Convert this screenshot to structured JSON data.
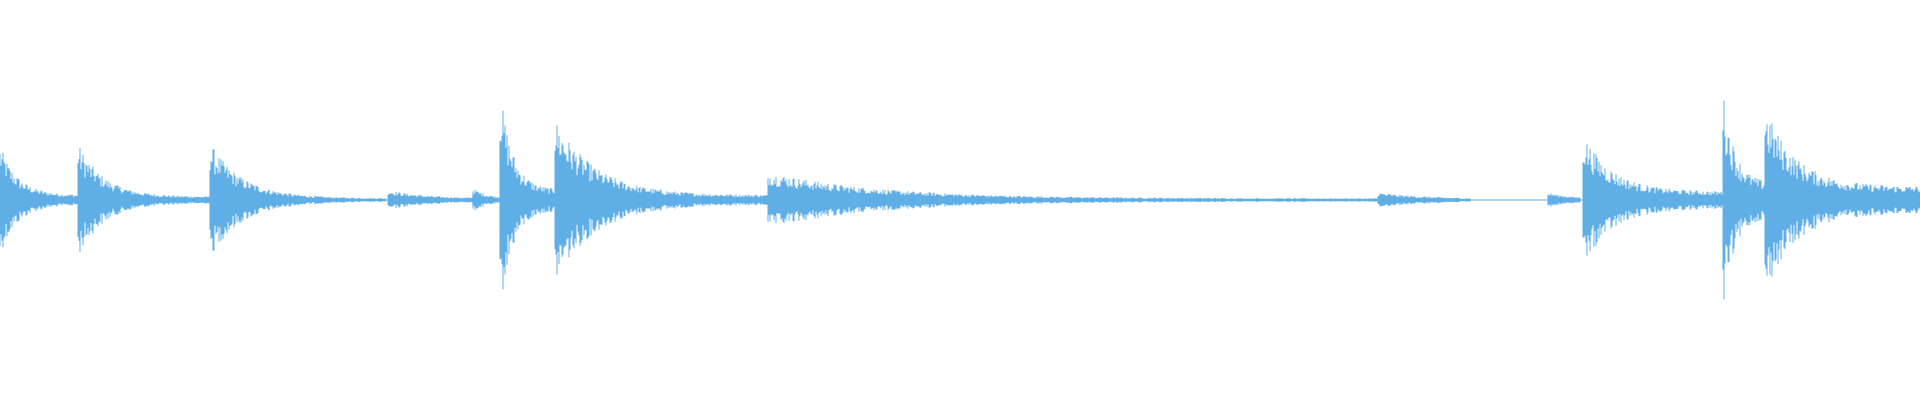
{
  "waveform": {
    "color": "#5faee6",
    "background": "#ffffff",
    "channels": 1,
    "envelope": [
      {
        "peak": 0.3,
        "decay": 0.75,
        "floor": 0.03
      },
      {
        "peak": 0.32,
        "decay": 0.85,
        "floor": 0.02
      },
      {
        "peak": 0.33,
        "decay": 0.88,
        "floor": 0.01
      },
      {
        "peak": 0.05,
        "decay": 0.4,
        "floor": 0.01
      },
      {
        "peak": 0.06,
        "decay": 0.3,
        "floor": 0.01
      },
      {
        "peak": 0.6,
        "decay": 0.7,
        "floor": 0.06
      },
      {
        "peak": 0.46,
        "decay": 0.9,
        "floor": 0.03
      },
      {
        "peak": 0.16,
        "decay": 0.95,
        "floor": 0.01
      },
      {
        "peak": 0.04,
        "decay": 0.3,
        "floor": 0.005
      },
      {
        "peak": 0.04,
        "decay": 0.2,
        "floor": 0.005
      },
      {
        "peak": 0.35,
        "decay": 0.8,
        "floor": 0.05
      },
      {
        "peak": 0.55,
        "decay": 0.6,
        "floor": 0.1
      },
      {
        "peak": 0.48,
        "decay": 0.85,
        "floor": 0.08
      }
    ]
  }
}
